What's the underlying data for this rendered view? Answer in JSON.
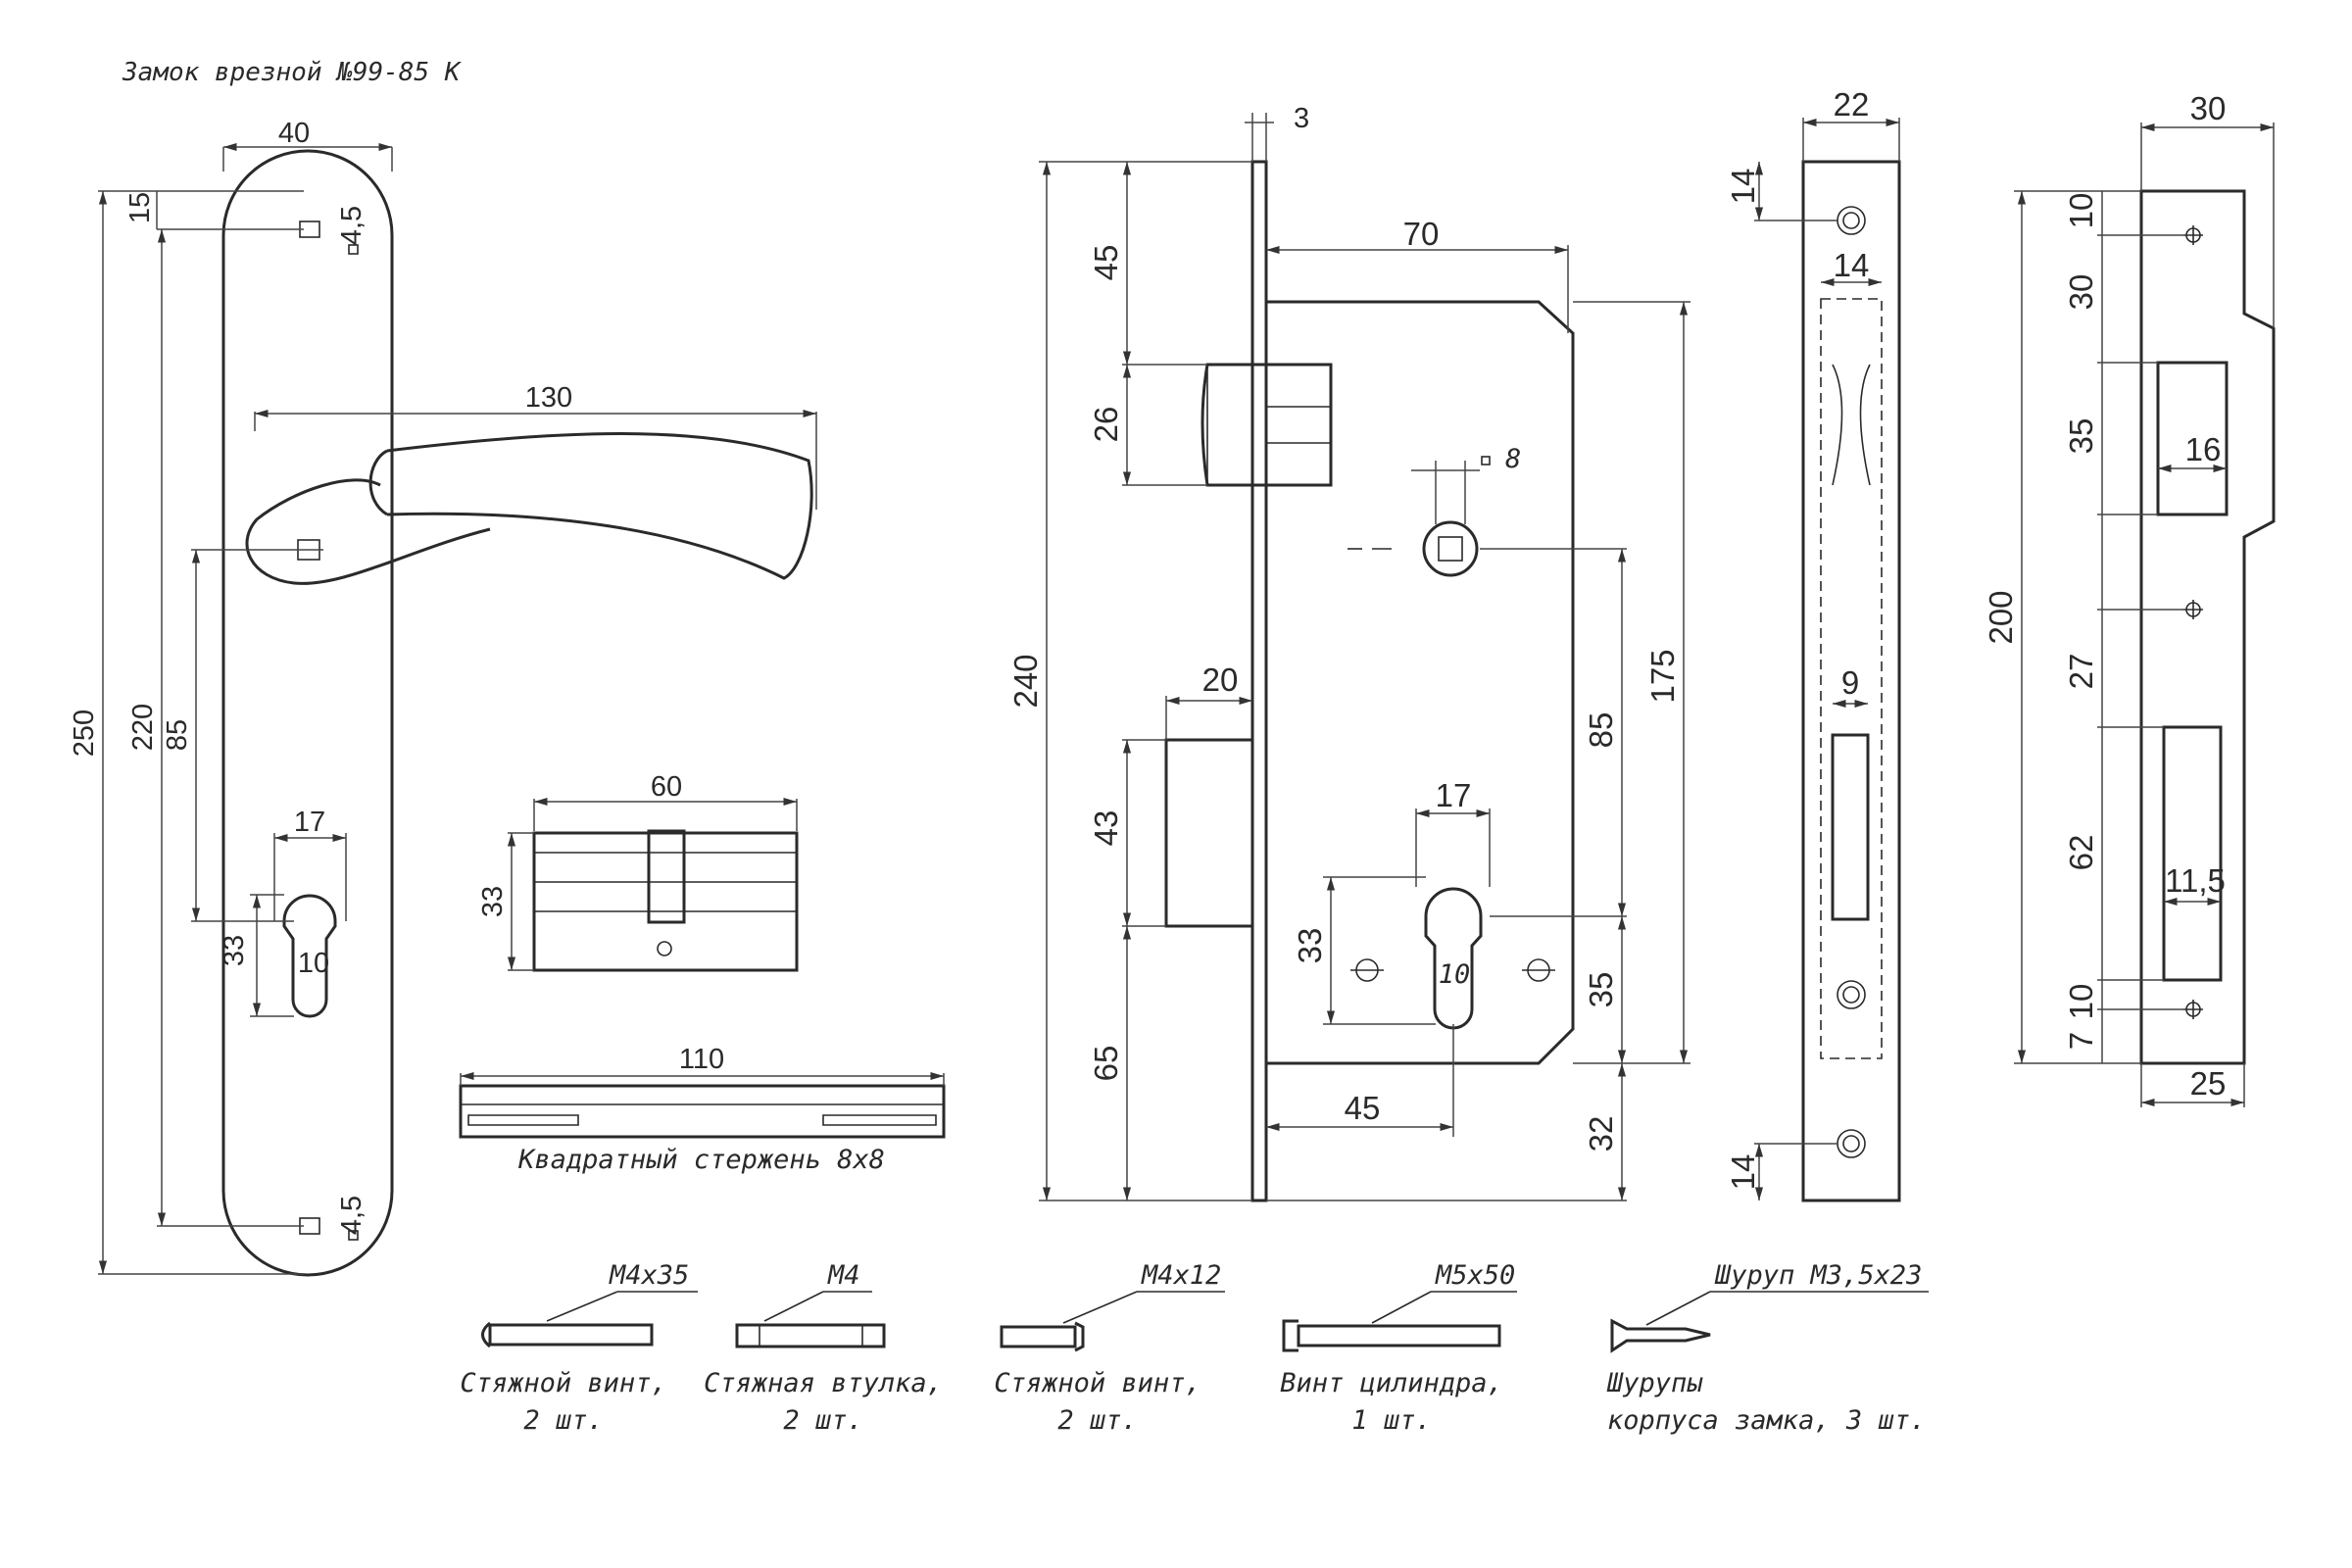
{
  "title": "Замок врезной №99-85 К",
  "handle_plate": {
    "dims": {
      "width": "40",
      "height_total": "250",
      "holes_span": "220",
      "top_offset": "15",
      "hole_sq_top": "4,5",
      "hole_sq_bottom": "4,5",
      "lever_length": "130",
      "axis_to_cyl": "85",
      "cyl_width": "17",
      "cyl_height": "33",
      "cyl_neck": "10"
    }
  },
  "cylinder": {
    "dims": {
      "length": "60",
      "height": "33"
    }
  },
  "rod": {
    "dims": {
      "length": "110"
    },
    "caption": "Квадратный стержень 8х8"
  },
  "lock_body": {
    "dims": {
      "faceplate_thickness": "3",
      "height": "240",
      "top_to_latch": "45",
      "latch_height": "26",
      "backset": "70",
      "spindle_square": "8",
      "bolt_throw": "20",
      "bolt_height": "43",
      "bottom_offset": "65",
      "body_height": "175",
      "centre_distance": "85",
      "cyl_cut_width": "17",
      "cyl_cut_height": "33",
      "cyl_cut_neck": "10",
      "cyl_to_bottom": "35",
      "cyl_backset": "45",
      "bottom_gap": "32"
    }
  },
  "faceplate": {
    "dims": {
      "width": "22",
      "screw_top": "14",
      "latch_slot_width": "14",
      "bolt_slot_width": "9",
      "screw_bottom": "14"
    }
  },
  "strike_plate": {
    "dims": {
      "width": "30",
      "top": "10",
      "to_latch": "30",
      "latch_slot": "35",
      "latch_slot_width": "16",
      "length": "200",
      "middle": "27",
      "bolt_slot": "62",
      "bolt_slot_width": "11,5",
      "bottom_a": "10",
      "bottom_b": "7",
      "bottom_width": "25"
    }
  },
  "hardware": [
    {
      "spec": "M4x35",
      "name": "Стяжной винт,",
      "qty": "2 шт."
    },
    {
      "spec": "M4",
      "name": "Стяжная втулка,",
      "qty": "2 шт."
    },
    {
      "spec": "M4x12",
      "name": "Стяжной винт,",
      "qty": "2 шт."
    },
    {
      "spec": "M5x50",
      "name": "Винт цилиндра,",
      "qty": "1 шт."
    },
    {
      "spec": "Шуруп М3,5х23",
      "name": "Шурупы",
      "qty": "корпуса замка, 3 шт."
    }
  ]
}
